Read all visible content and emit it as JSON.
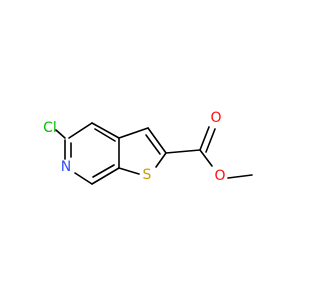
{
  "molecule": {
    "atoms": {
      "cl": {
        "label": "Cl",
        "color": "#00c000"
      },
      "n": {
        "label": "N",
        "color": "#3050f8"
      },
      "s": {
        "label": "S",
        "color": "#c8a000"
      },
      "o_carbonyl": {
        "label": "O",
        "color": "#ff0d0d"
      },
      "o_ester": {
        "label": "O",
        "color": "#ff0d0d"
      }
    },
    "bond_color": "#000000"
  }
}
